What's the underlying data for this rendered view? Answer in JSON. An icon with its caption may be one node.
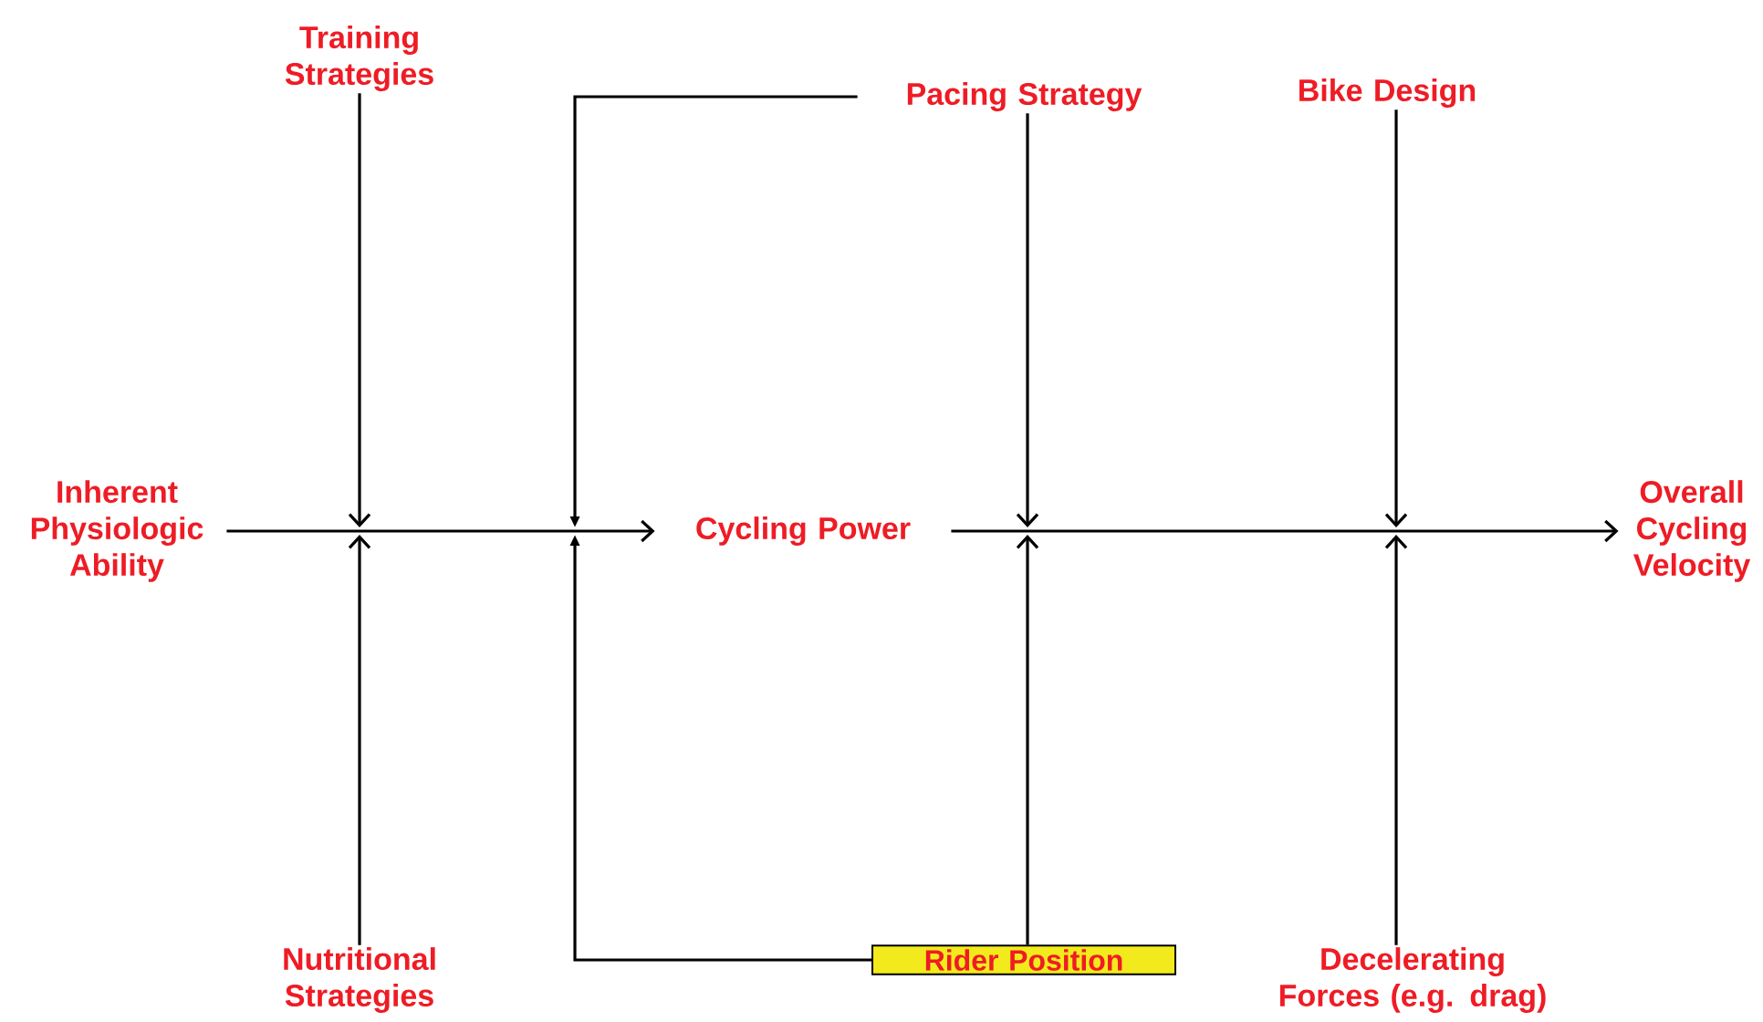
{
  "diagram": {
    "nodes": [
      {
        "text": [
          "Training Strategies"
        ]
      },
      {
        "text": [
          "Pacing Strategy"
        ]
      },
      {
        "text": [
          "Bike Design"
        ]
      },
      {
        "text": [
          "Inherent Physiologic Ability"
        ]
      },
      {
        "text": [
          "Cycling Power"
        ]
      },
      {
        "text": [
          "Overall Cycling Velocity"
        ]
      },
      {
        "text": [
          "Nutritional Strategies"
        ]
      },
      {
        "text": [
          "Rider Position"
        ]
      },
      {
        "text": [
          "Decelerating Forces (e.g. drag)"
        ]
      }
    ],
    "edges": [
      {
        "from": 3,
        "to": 4,
        "arrow": "to"
      },
      {
        "from": 4,
        "to": 5,
        "arrow": "to"
      },
      {
        "from": 0,
        "to": null,
        "arrow": "to"
      },
      {
        "from": 6,
        "to": null,
        "arrow": "to"
      },
      {
        "from": 1,
        "to": null,
        "arrow": "to"
      },
      {
        "from": 7,
        "to": null,
        "arrow": "to"
      },
      {
        "from": 1,
        "to": null,
        "arrow": "to"
      },
      {
        "from": 7,
        "to": null,
        "arrow": "to"
      },
      {
        "from": 2,
        "to": null,
        "arrow": "to"
      },
      {
        "from": 8,
        "to": null,
        "arrow": "to"
      }
    ]
  }
}
